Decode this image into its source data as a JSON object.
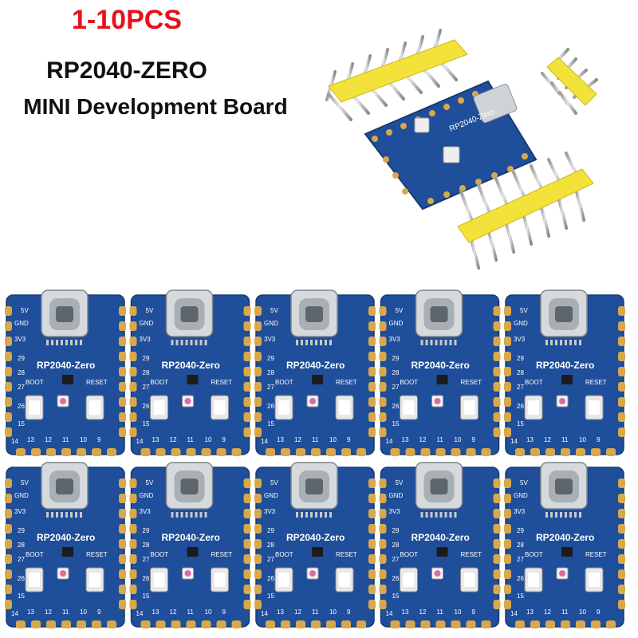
{
  "header": {
    "quantity": "1-10PCS",
    "model": "RP2040-ZERO",
    "description": "MINI Development Board"
  },
  "board": {
    "silkscreen_name": "RP2040-Zero",
    "boot_label": "BOOT",
    "reset_label": "RESET",
    "pin_5v": "5V",
    "pin_gnd": "GND",
    "pin_3v3": "3V3",
    "left_pins": [
      "29",
      "28",
      "27",
      "26",
      "15",
      "14"
    ],
    "bottom_pins": [
      "13",
      "12",
      "11",
      "10",
      "9"
    ],
    "colors": {
      "pcb": "#1f4e9a",
      "pad": "#d9a84a",
      "header": "#f2e23a"
    }
  },
  "grid": {
    "rows": 2,
    "cols": 5
  }
}
